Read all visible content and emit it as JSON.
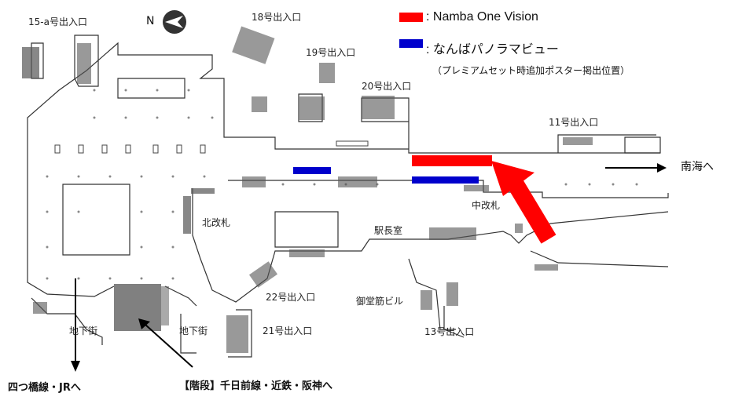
{
  "compass": {
    "label": "N"
  },
  "legend": {
    "items": [
      {
        "text": ": Namba One Vision",
        "color": "#ff0000"
      },
      {
        "text": ": なんばパノラマビュー",
        "color": "#0000cc"
      }
    ],
    "note": "（プレミアムセット時追加ポスター掲出位置）"
  },
  "exits": {
    "exit15a": "15-a号出入口",
    "exit18": "18号出入口",
    "exit19": "19号出入口",
    "exit20": "20号出入口",
    "exit11": "11号出入口",
    "exit22": "22号出入口",
    "exit21": "21号出入口",
    "exit13": "13号出入口"
  },
  "places": {
    "north_gate": "北改札",
    "middle_gate": "中改札",
    "station_office": "駅長室",
    "midosuji_bldg": "御堂筋ビル",
    "underground_left": "地下街",
    "underground_right": "地下街"
  },
  "directions": {
    "nankai": "南海へ",
    "yotsubashi": "四つ橋線・JRへ",
    "stairs": "【階段】千日前線・近鉄・阪神へ"
  },
  "colors": {
    "red": "#ff0000",
    "blue": "#0000cc",
    "line": "#333333"
  }
}
